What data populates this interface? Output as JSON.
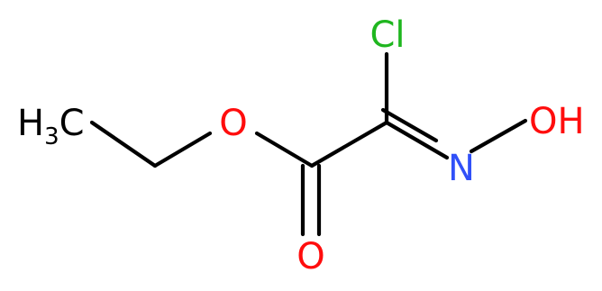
{
  "molecule": {
    "atoms": {
      "ch3": {
        "symbol": "H",
        "subscript": "3",
        "suffix": "C",
        "color": "#000000"
      },
      "o_ester": {
        "symbol": "O",
        "color": "#ff0d0d"
      },
      "o_carbonyl": {
        "symbol": "O",
        "color": "#ff0d0d"
      },
      "cl": {
        "symbol": "Cl",
        "color": "#1fb61f"
      },
      "n": {
        "symbol": "N",
        "color": "#3050f8"
      },
      "oh": {
        "symbol": "OH",
        "color": "#ff0d0d"
      }
    }
  }
}
